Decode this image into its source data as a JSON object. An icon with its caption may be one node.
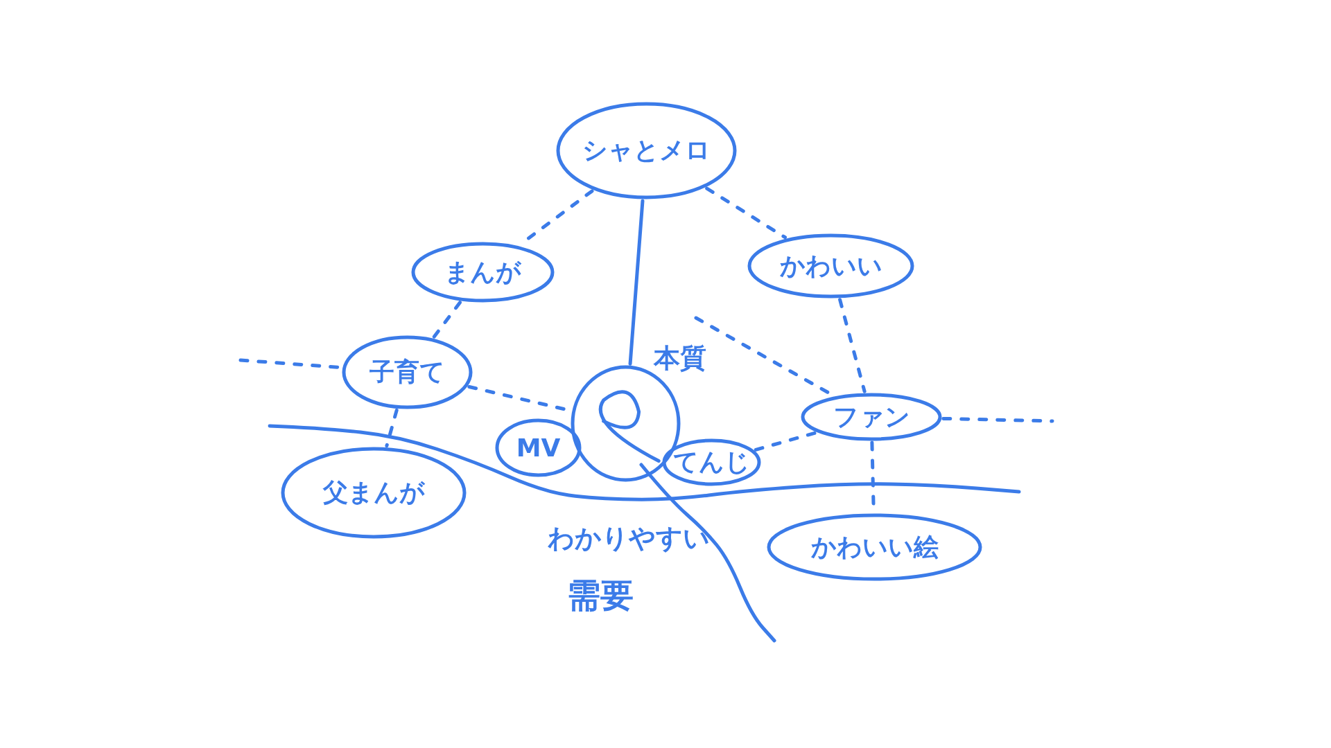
{
  "diagram": {
    "nodes": [
      {
        "text": [
          "シャとメロ"
        ]
      },
      {
        "text": [
          "まんが"
        ]
      },
      {
        "text": [
          "かわいい"
        ]
      },
      {
        "text": [
          "子育て"
        ]
      },
      {
        "text": [],
        "shape": "circle",
        "beside": [
          "本質"
        ]
      },
      {
        "text": [
          "MV"
        ]
      },
      {
        "text": [
          "てんじ"
        ]
      },
      {
        "text": [
          "ファン"
        ]
      },
      {
        "text": [
          "父まんが"
        ]
      },
      {
        "text": [
          "かわいい絵"
        ]
      }
    ],
    "edges": [
      {
        "from": 0,
        "to": 1,
        "arrow": "none",
        "style": "dashed"
      },
      {
        "from": 0,
        "to": 4,
        "arrow": "none"
      },
      {
        "from": 0,
        "to": 2,
        "arrow": "none",
        "style": "dashed"
      },
      {
        "from": 1,
        "to": 3,
        "arrow": "none",
        "style": "dashed"
      },
      {
        "from": 2,
        "to": 7,
        "arrow": "none",
        "style": "dashed"
      },
      {
        "from": 3,
        "to": 4,
        "arrow": "none",
        "style": "dashed"
      },
      {
        "from": 3,
        "to": 8,
        "arrow": "none",
        "style": "dashed"
      },
      {
        "from": null,
        "to": 7,
        "arrow": "none",
        "style": "dashed"
      },
      {
        "from": 6,
        "to": 7,
        "arrow": "none",
        "style": "dashed"
      },
      {
        "from": 7,
        "to": 9,
        "arrow": "none",
        "style": "dashed"
      },
      {
        "from": null,
        "to": 3,
        "arrow": "none",
        "style": "dashed"
      },
      {
        "from": 7,
        "to": null,
        "arrow": "none",
        "style": "dashed"
      }
    ],
    "labels": [
      "わかりやすい",
      "需要"
    ]
  }
}
